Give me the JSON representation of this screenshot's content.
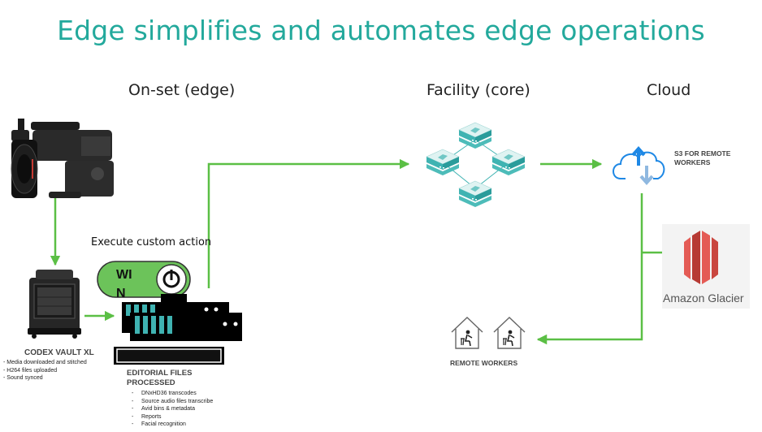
{
  "title": "Edge simplifies and automates edge operations",
  "columns": {
    "edge": "On-set (edge)",
    "core": "Facility (core)",
    "cloud": "Cloud"
  },
  "execute_label": "Execute custom action",
  "toggle_text": "WI N",
  "codex": {
    "title": "CODEX VAULT XL",
    "items": [
      "- Media downloaded and stitched",
      "- H264 files uploaded",
      "- Sound synced"
    ]
  },
  "editorial": {
    "title": "EDITORIAL FILES PROCESSED",
    "items": [
      "DNxHD36 transcodes",
      "Source audio files transcribe",
      "Avid bins & metadata",
      "Reports",
      "Facial recognition"
    ]
  },
  "s3_label": "S3 FOR REMOTE WORKERS",
  "glacier_label": "Amazon Glacier",
  "remote_label": "REMOTE WORKERS",
  "colors": {
    "title": "#23a99c",
    "arrow": "#5bbf45",
    "toggle": "#6cc35a",
    "server_teal": "#3fb3b2",
    "glacier_red": "#e45b55",
    "cloud_blue": "#1e88e5"
  },
  "icons": [
    "camera-icon",
    "codex-vault-icon",
    "toggle-icon",
    "server-stack-icon",
    "network-node-icon",
    "cloud-upload-icon",
    "amazon-glacier-icon",
    "house-worker-icon"
  ]
}
